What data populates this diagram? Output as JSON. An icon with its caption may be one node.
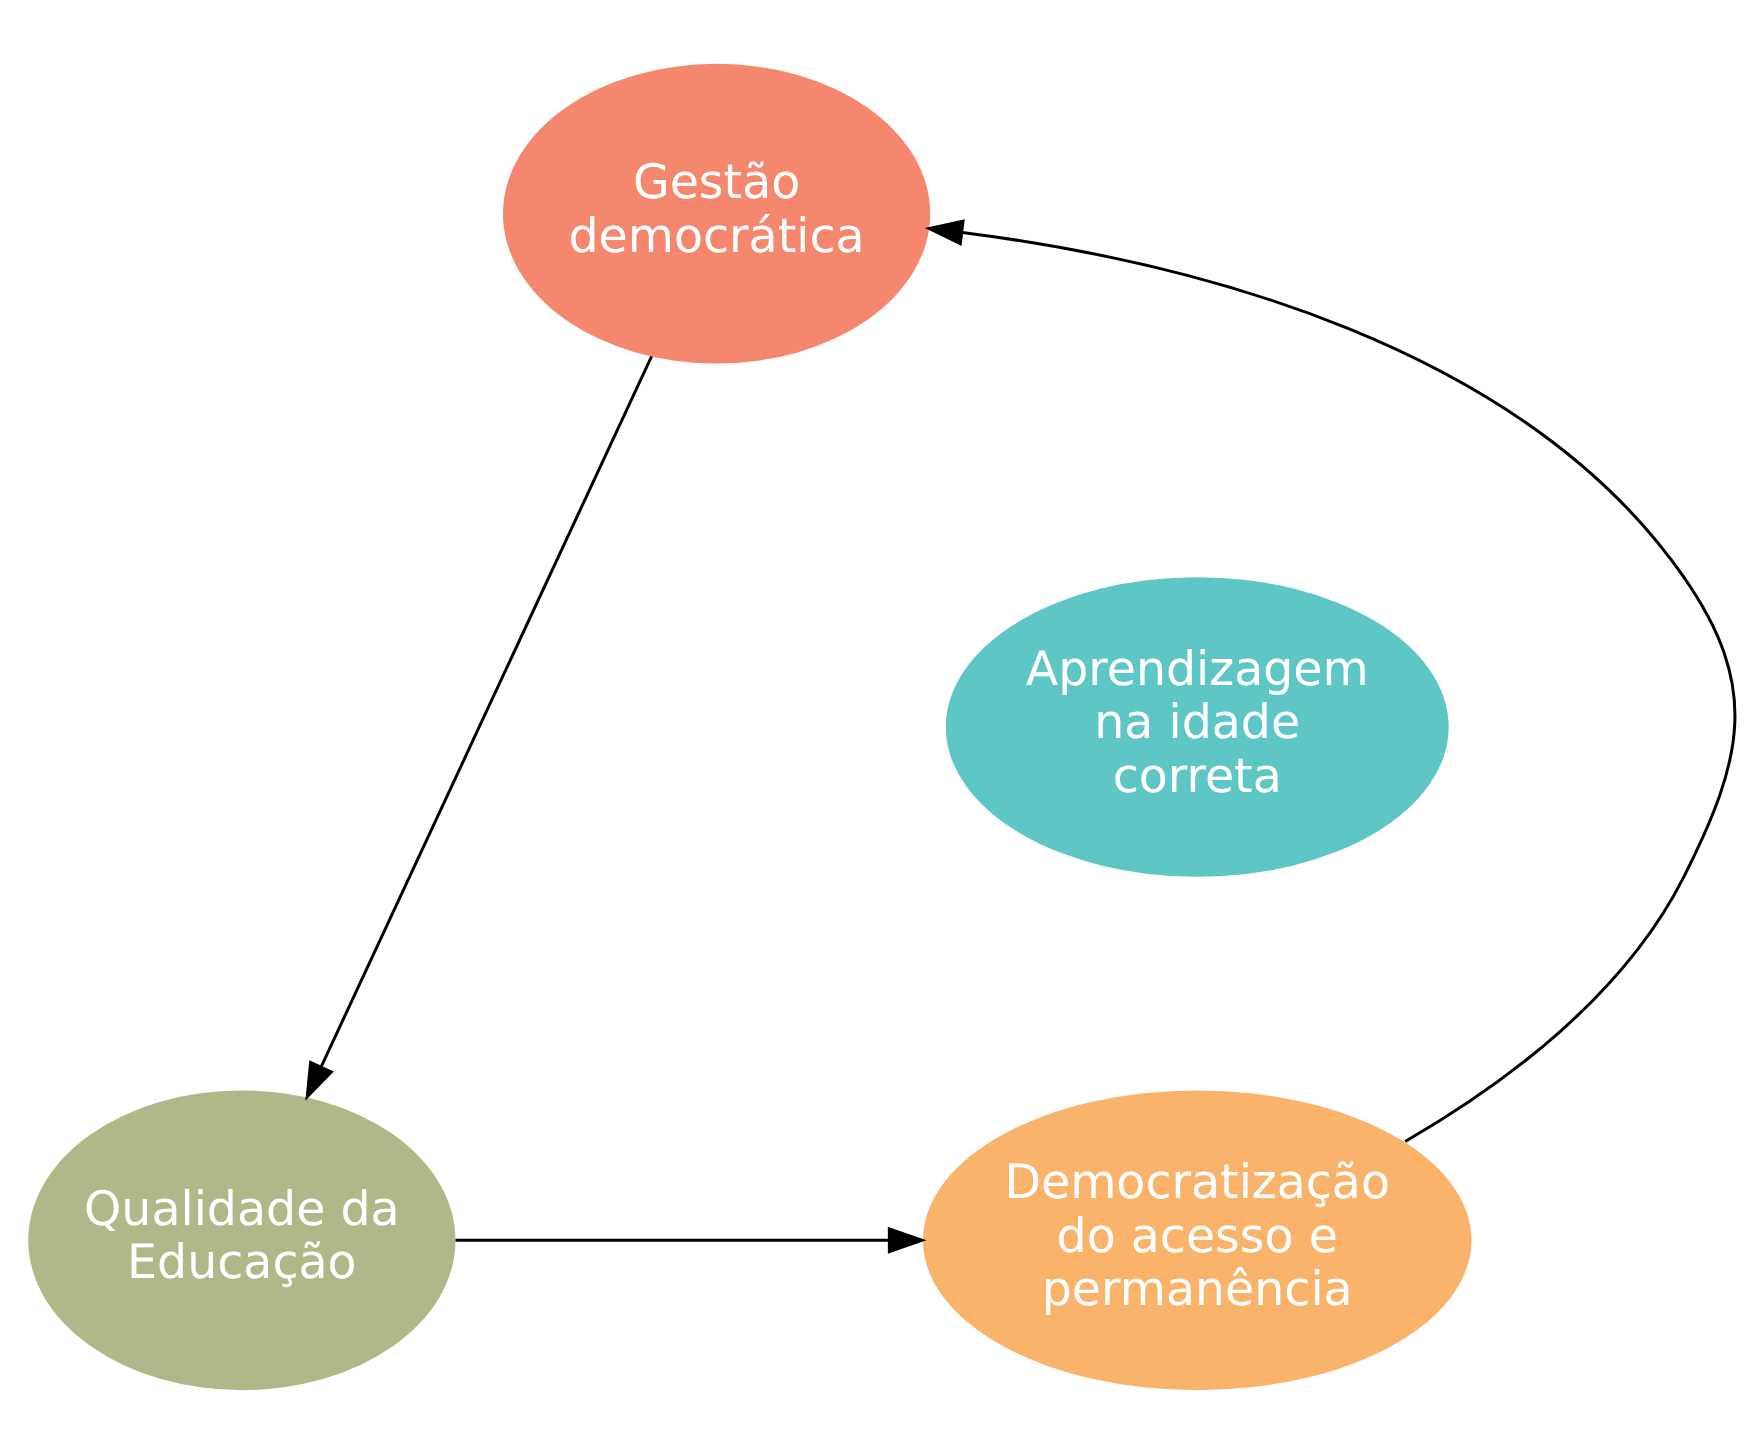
{
  "diagram": {
    "nodes": [
      {
        "text": [
          "Gestão democrática"
        ]
      },
      {
        "text": [
          "Aprendizagem na idade correta"
        ]
      },
      {
        "text": [
          "Qualidade da Educação"
        ]
      },
      {
        "text": [
          "Democratização do acesso e permanência"
        ]
      }
    ],
    "edges": [
      {
        "from": 0,
        "to": 2,
        "arrow": "to"
      },
      {
        "from": 2,
        "to": 3,
        "arrow": "to"
      },
      {
        "from": 3,
        "to": 0,
        "arrow": "to"
      }
    ]
  }
}
